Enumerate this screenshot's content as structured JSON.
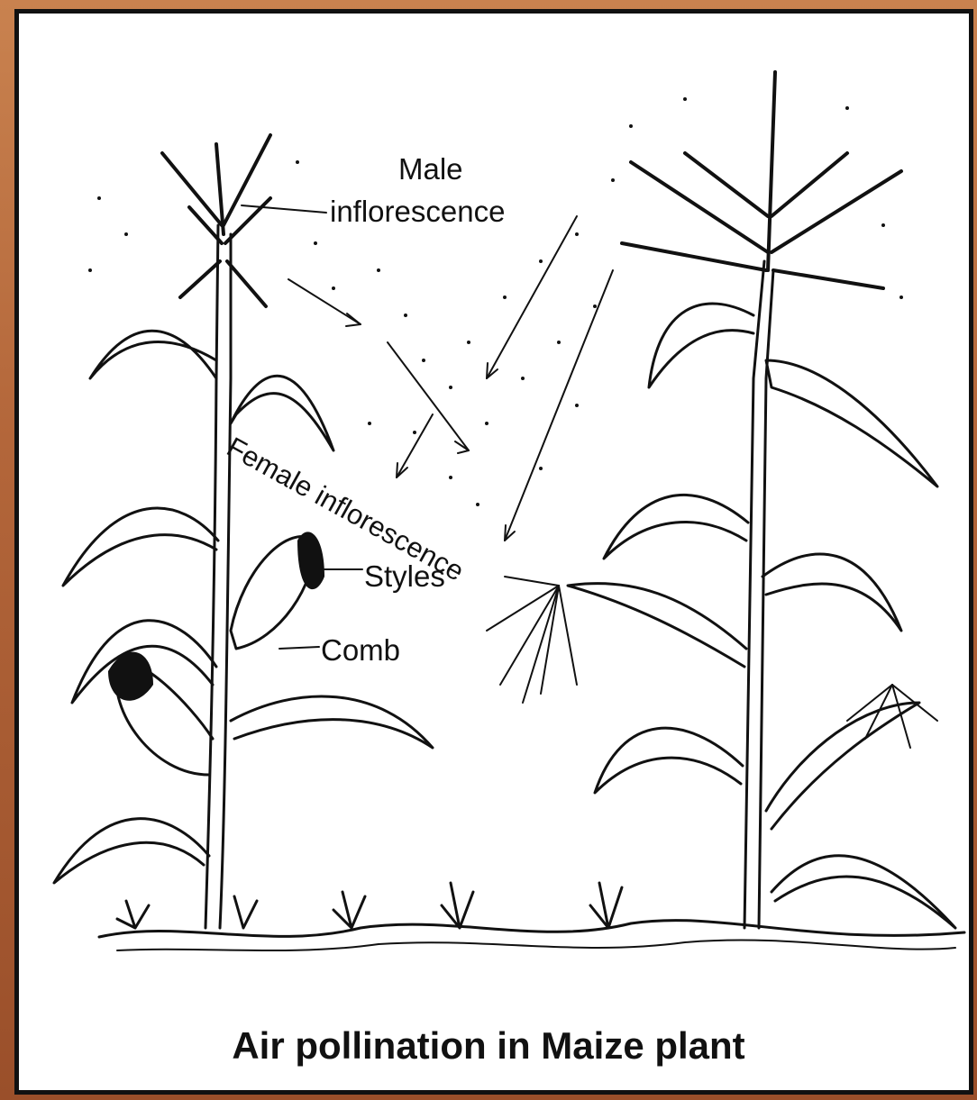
{
  "labels": {
    "male_line1": "Male",
    "male_line2": "inflorescence",
    "female": "Female inflorescence",
    "styles": "Styles",
    "comb": "Comb"
  },
  "title": "Air pollination in Maize plant",
  "colors": {
    "ink": "#111111",
    "paper": "#ffffff",
    "border": "#b3663a"
  }
}
